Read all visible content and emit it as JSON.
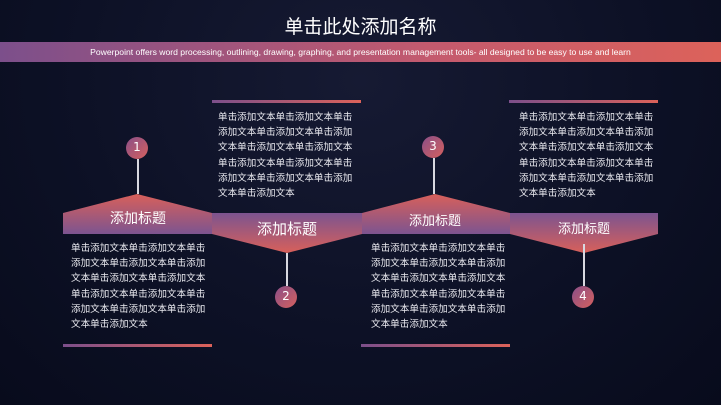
{
  "title": "单击此处添加名称",
  "subtitle": "Powerpoint offers word processing, outlining, drawing, graphing, and presentation management tools- all designed to be easy to use and learn",
  "colors": {
    "background": "#0d1126",
    "gradient_start": "#7c4f8b",
    "gradient_end": "#dc625a"
  },
  "steps": [
    {
      "number": "1",
      "heading": "添加标题",
      "text": "单击添加文本单击添加文本单击添加文本单击添加文本单击添加文本单击添加文本单击添加文本单击添加文本单击添加文本单击添加文本单击添加文本单击添加文本单击添加文本"
    },
    {
      "number": "2",
      "heading": "添加标题",
      "text": "单击添加文本单击添加文本单击添加文本单击添加文本单击添加文本单击添加文本单击添加文本单击添加文本单击添加文本单击添加文本单击添加文本单击添加文本单击添加文本"
    },
    {
      "number": "3",
      "heading": "添加标题",
      "text": "单击添加文本单击添加文本单击添加文本单击添加文本单击添加文本单击添加文本单击添加文本单击添加文本单击添加文本单击添加文本单击添加文本单击添加文本单击添加文本"
    },
    {
      "number": "4",
      "heading": "添加标题",
      "text": "单击添加文本单击添加文本单击添加文本单击添加文本单击添加文本单击添加文本单击添加文本单击添加文本单击添加文本单击添加文本单击添加文本单击添加文本单击添加文本"
    }
  ]
}
